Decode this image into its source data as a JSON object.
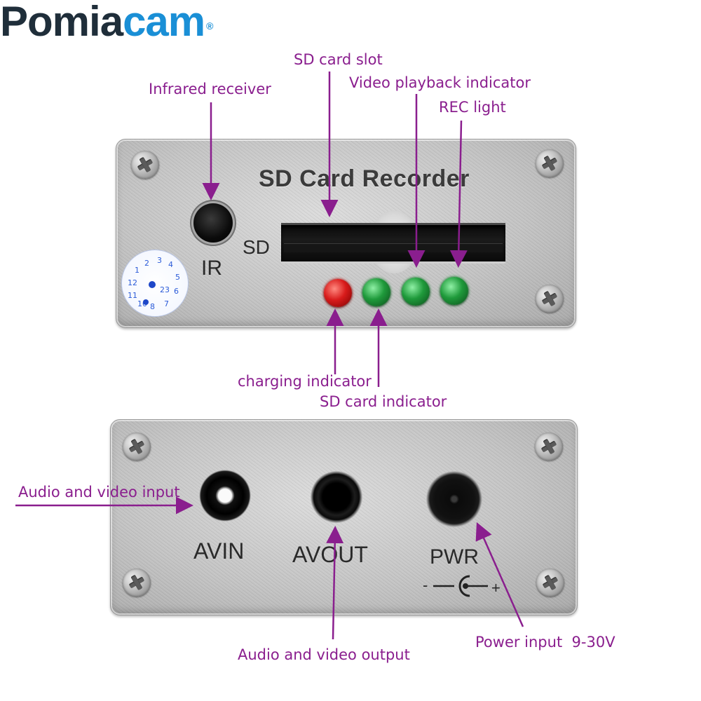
{
  "brand": {
    "part1": "Pomia",
    "part2": "cam",
    "reg": "®"
  },
  "panel_top": {
    "title": "SD Card Recorder",
    "sd_label": "SD",
    "ir_label": "IR",
    "sticker_numbers": [
      "12",
      "1",
      "2",
      "3",
      "4",
      "5",
      "6",
      "7",
      "8",
      "11",
      "10",
      "23"
    ],
    "led_colors": [
      "#d81b1b",
      "#1f9a3b",
      "#1f9a3b",
      "#1f9a3b"
    ]
  },
  "panel_bottom": {
    "avin_label": "AVIN",
    "avout_label": "AVOUT",
    "pwr_label": "PWR",
    "minus": "-",
    "plus": "+"
  },
  "callouts": {
    "sd_card_slot": "SD card slot",
    "video_playback_indicator": "Video playback indicator",
    "infrared_receiver": "Infrared receiver",
    "rec_light": "REC light",
    "charging_indicator": "charging indicator",
    "sd_card_indicator": "SD card indicator",
    "audio_video_input": "Audio and video input",
    "audio_video_output": "Audio and video output",
    "power_input": "Power input  9-30V"
  },
  "colors": {
    "callout": "#8a1e8e",
    "brand_dark": "#1f2e3a",
    "brand_blue": "#1a8fd6"
  }
}
